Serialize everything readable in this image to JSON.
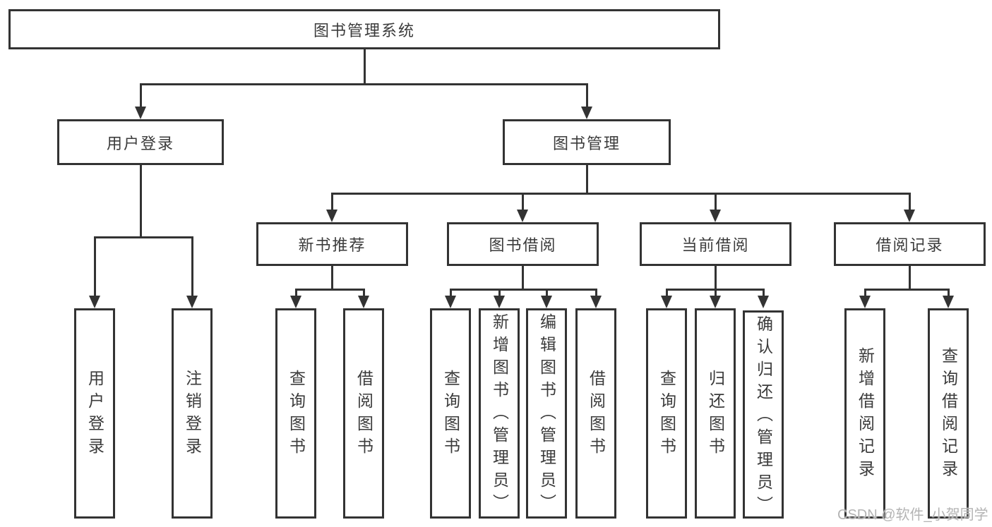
{
  "diagram": {
    "watermark": "CSDN @软件_小贺同学",
    "colors": {
      "line": "#333333",
      "box_border": "#333333",
      "text": "#3b3b3b",
      "background": "#ffffff",
      "watermark": "#b4b4b4"
    },
    "tree": {
      "root": {
        "label": "图书管理系统",
        "children": [
          {
            "label": "用户登录",
            "children": [
              {
                "label": "用户登录"
              },
              {
                "label": "注销登录"
              }
            ]
          },
          {
            "label": "图书管理",
            "children": [
              {
                "label": "新书推荐",
                "children": [
                  {
                    "label": "查询图书"
                  },
                  {
                    "label": "借阅图书"
                  }
                ]
              },
              {
                "label": "图书借阅",
                "children": [
                  {
                    "label": "查询图书"
                  },
                  {
                    "label": "新增图书（管理员）"
                  },
                  {
                    "label": "编辑图书（管理员）"
                  },
                  {
                    "label": "借阅图书"
                  }
                ]
              },
              {
                "label": "当前借阅",
                "children": [
                  {
                    "label": "查询图书"
                  },
                  {
                    "label": "归还图书"
                  },
                  {
                    "label": "确认归还（管理员）"
                  }
                ]
              },
              {
                "label": "借阅记录",
                "children": [
                  {
                    "label": "新增借阅记录"
                  },
                  {
                    "label": "查询借阅记录"
                  }
                ]
              }
            ]
          }
        ]
      }
    }
  }
}
